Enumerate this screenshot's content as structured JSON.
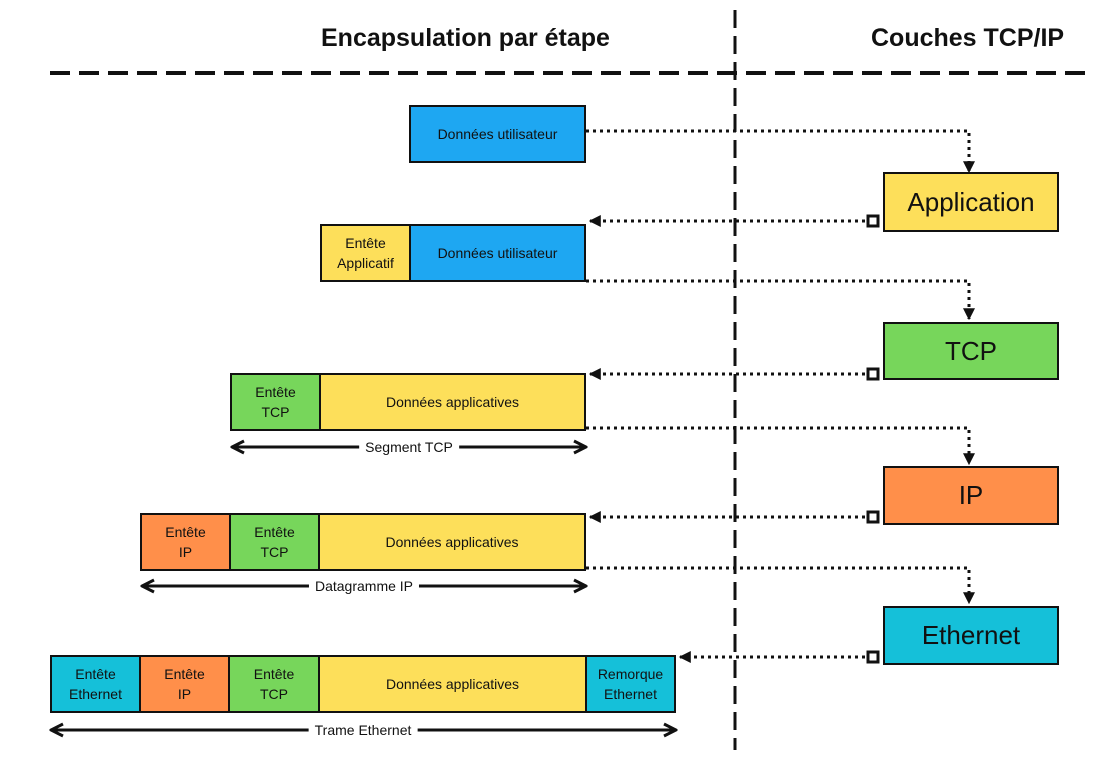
{
  "headers": {
    "left": "Encapsulation par étape",
    "right": "Couches TCP/IP"
  },
  "layers": {
    "application": "Application",
    "tcp": "TCP",
    "ip": "IP",
    "ethernet": "Ethernet"
  },
  "step1": {
    "data": "Données utilisateur"
  },
  "step2": {
    "header": "Entête\nApplicatif",
    "data": "Données utilisateur"
  },
  "step3": {
    "tcp_header": "Entête\nTCP",
    "data": "Données applicatives",
    "span": "Segment TCP"
  },
  "step4": {
    "ip_header": "Entête\nIP",
    "tcp_header": "Entête\nTCP",
    "data": "Données applicatives",
    "span": "Datagramme IP"
  },
  "step5": {
    "eth_header": "Entête\nEthernet",
    "ip_header": "Entête\nIP",
    "tcp_header": "Entête\nTCP",
    "data": "Données applicatives",
    "trailer": "Remorque\nEthernet",
    "span": "Trame Ethernet"
  },
  "colors": {
    "user_data": "#1ea7f2",
    "application": "#fddf5a",
    "tcp": "#77d65b",
    "ip": "#ff8f4a",
    "ethernet": "#15c0d9"
  }
}
